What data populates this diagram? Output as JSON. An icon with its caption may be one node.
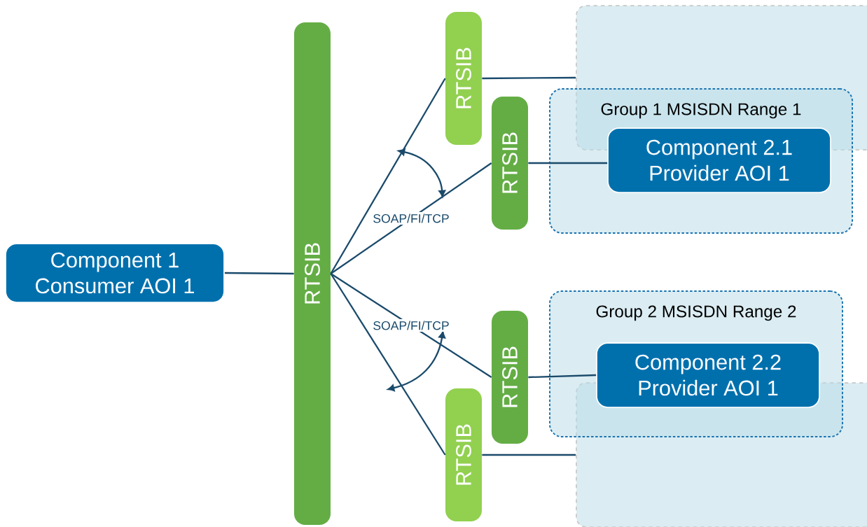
{
  "diagram": {
    "nodes": [
      {
        "text": [
          "Component 1",
          "Consumer AOI 1"
        ]
      },
      {
        "text": [
          "RTSIB"
        ]
      },
      {
        "text": [
          "RTSIB"
        ]
      },
      {
        "text": [
          "RTSIB"
        ]
      },
      {
        "text": [
          "RTSIB"
        ]
      },
      {
        "text": [
          "RTSIB"
        ]
      },
      {
        "text": [],
        "shape": "box"
      },
      {
        "text": [
          "Group 1 MSISDN Range 1"
        ]
      },
      {
        "text": [
          "Component 2.1",
          "Provider AOI 1"
        ],
        "in": 7
      },
      {
        "text": [
          "Group 2 MSISDN Range 2"
        ]
      },
      {
        "text": [
          "Component 2.2",
          "Provider AOI 1"
        ],
        "in": 9
      },
      {
        "text": [],
        "shape": "box"
      }
    ],
    "edges": [
      {
        "from": 0,
        "to": 1,
        "arrow": "none"
      },
      {
        "from": 1,
        "to": 2,
        "arrow": "none"
      },
      {
        "from": 1,
        "to": 3,
        "arrow": "none",
        "label": "SOAP/FI/TCP"
      },
      {
        "from": 1,
        "to": 4,
        "arrow": "none",
        "label": "SOAP/FI/TCP"
      },
      {
        "from": 1,
        "to": 5,
        "arrow": "none"
      },
      {
        "from": 2,
        "to": 6,
        "arrow": "none"
      },
      {
        "from": 3,
        "to": 8,
        "arrow": "none"
      },
      {
        "from": 4,
        "to": 10,
        "arrow": "none"
      },
      {
        "from": 5,
        "to": 11,
        "arrow": "none"
      }
    ]
  }
}
